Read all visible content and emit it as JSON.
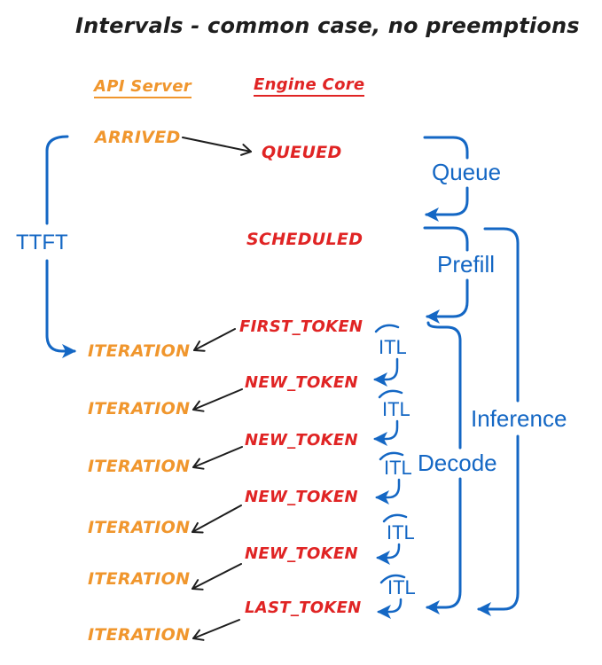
{
  "title": "Intervals - common case, no preemptions",
  "columns": {
    "api_server": "API Server",
    "engine_core": "Engine Core"
  },
  "api_events": {
    "arrived": "ARRIVED",
    "iteration": "ITERATION"
  },
  "engine_events": {
    "queued": "QUEUED",
    "scheduled": "SCHEDULED",
    "first_token": "FIRST_TOKEN",
    "new_token": "NEW_TOKEN",
    "last_token": "LAST_TOKEN"
  },
  "intervals": {
    "ttft": "TTFT",
    "queue": "Queue",
    "prefill": "Prefill",
    "decode": "Decode",
    "inference": "Inference",
    "itl": "ITL"
  },
  "colors": {
    "api_server": "#f0962d",
    "engine_core": "#e02424",
    "interval": "#1467c4",
    "connector": "#1e1e1e",
    "background": "#ffffff"
  }
}
